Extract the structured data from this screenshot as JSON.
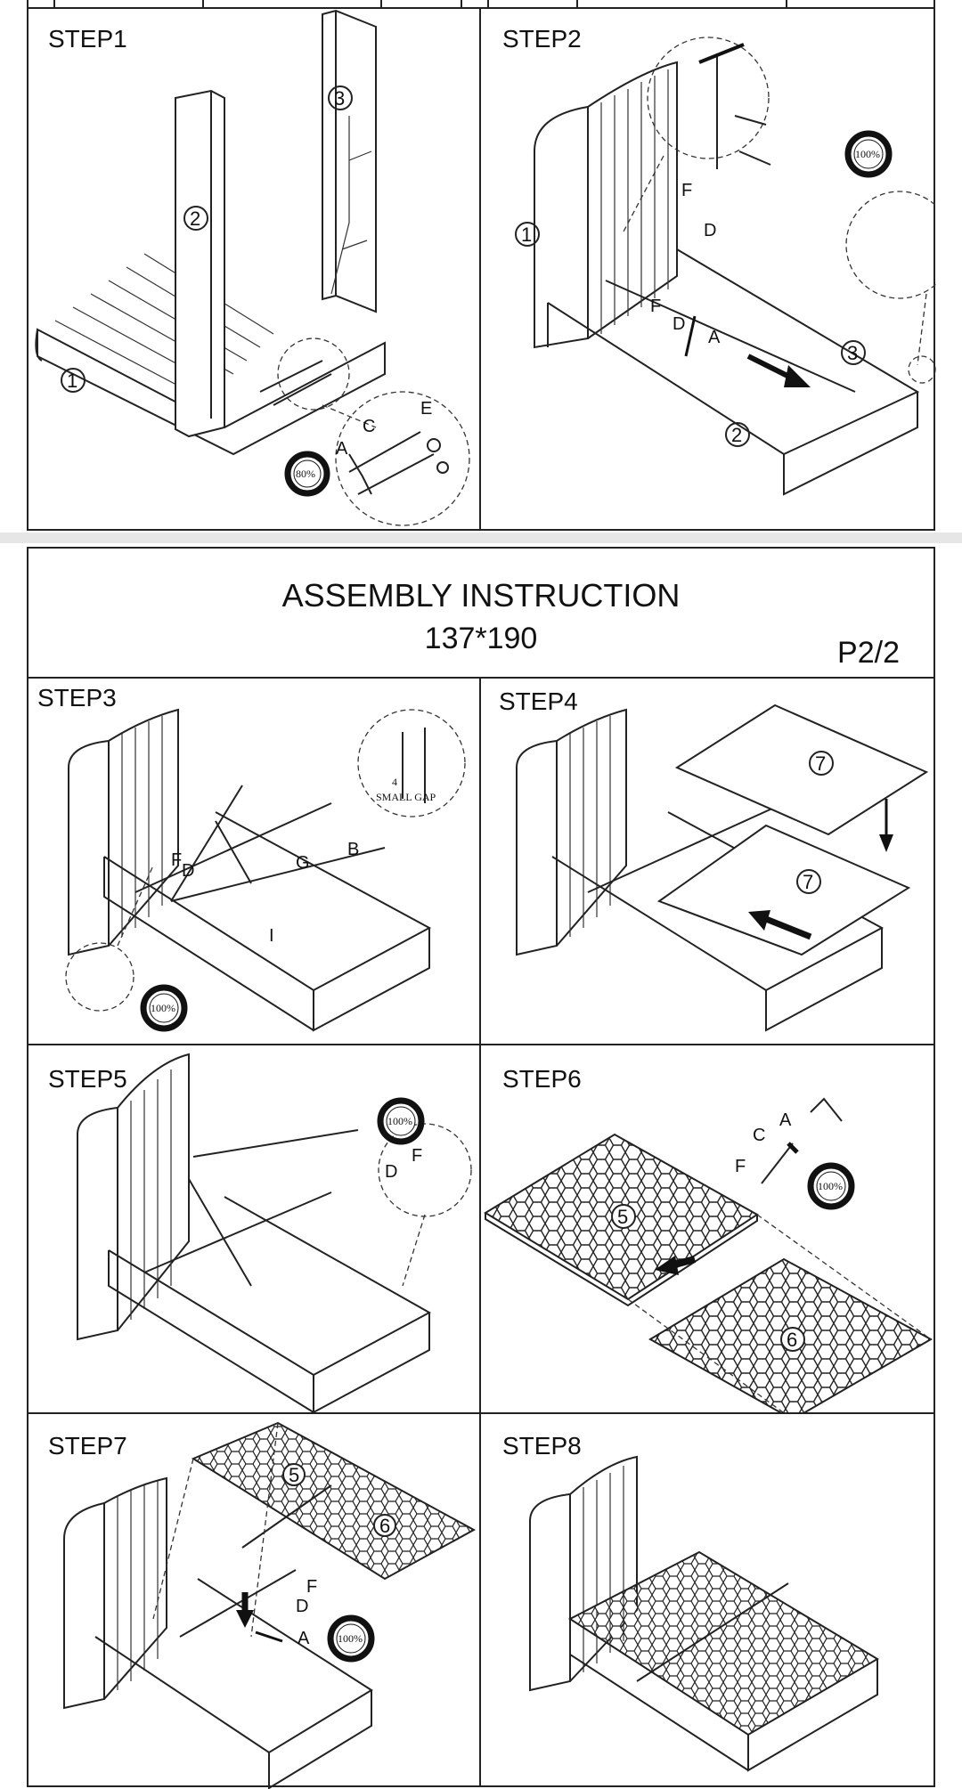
{
  "page1": {
    "steps": [
      {
        "label": "STEP1",
        "parts": [
          "1",
          "2",
          "3"
        ],
        "hardware": [
          "A",
          "C",
          "E"
        ],
        "torque": "80%"
      },
      {
        "label": "STEP2",
        "parts": [
          "1",
          "2",
          "3"
        ],
        "hardware": [
          "F",
          "D",
          "A"
        ],
        "torque": "100%"
      }
    ]
  },
  "page2": {
    "title": "ASSEMBLY INSTRUCTION",
    "size": "137*190",
    "page_number": "P2/2",
    "steps": [
      {
        "label": "STEP3",
        "hardware": [
          "D",
          "F",
          "G",
          "B",
          "I"
        ],
        "callout": "SMALL GAP",
        "gap_mark": "4",
        "torque": "100%"
      },
      {
        "label": "STEP4",
        "parts": [
          "7",
          "7"
        ]
      },
      {
        "label": "STEP5",
        "hardware": [
          "D",
          "F"
        ],
        "torque": "100%"
      },
      {
        "label": "STEP6",
        "parts": [
          "5",
          "6"
        ],
        "hardware": [
          "A",
          "C",
          "F"
        ],
        "torque": "100%"
      },
      {
        "label": "STEP7",
        "parts": [
          "5",
          "6"
        ],
        "hardware": [
          "F",
          "D",
          "A"
        ],
        "torque": "100%"
      },
      {
        "label": "STEP8"
      }
    ]
  },
  "colors": {
    "line": "#222222",
    "page_gap": "#e6e6e6"
  }
}
